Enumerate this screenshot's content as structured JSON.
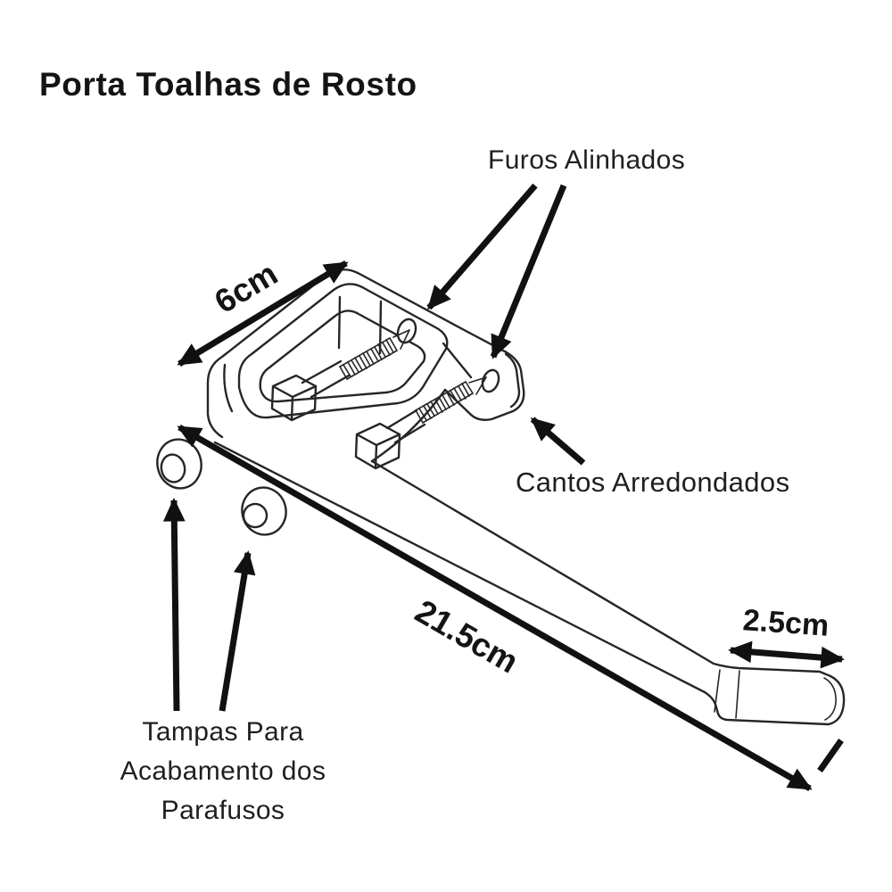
{
  "page": {
    "background": "#ffffff",
    "line_color": "#262626",
    "arrow_color": "#111111"
  },
  "title": "Porta Toalhas de Rosto",
  "callouts": {
    "furos": "Furos Alinhados",
    "cantos": "Cantos Arredondados",
    "tampas": "Tampas Para\nAcabamento dos\nParafusos"
  },
  "dimensions": {
    "depth": "6cm",
    "length": "21.5cm",
    "tip": "2.5cm"
  }
}
